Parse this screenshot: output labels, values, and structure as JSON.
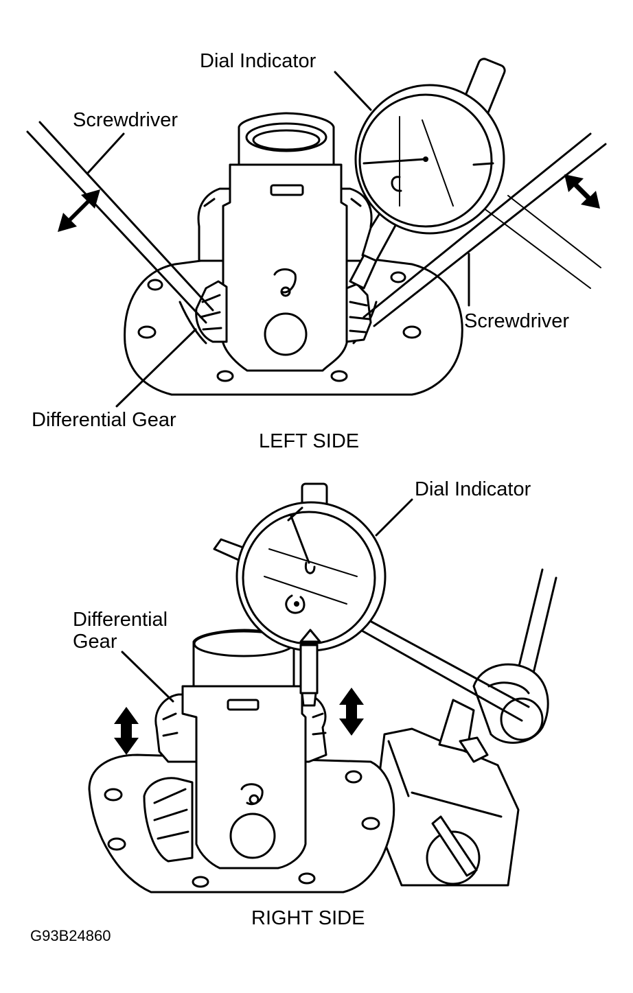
{
  "top_panel": {
    "caption": "LEFT SIDE",
    "labels": {
      "dial_indicator": "Dial Indicator",
      "screwdriver_left": "Screwdriver",
      "screwdriver_right": "Screwdriver",
      "differential_gear": "Differential Gear"
    }
  },
  "bottom_panel": {
    "caption": "RIGHT SIDE",
    "labels": {
      "dial_indicator": "Dial Indicator",
      "differential_gear_line1": "Differential",
      "differential_gear_line2": "Gear"
    }
  },
  "figure_code": "G93B24860"
}
